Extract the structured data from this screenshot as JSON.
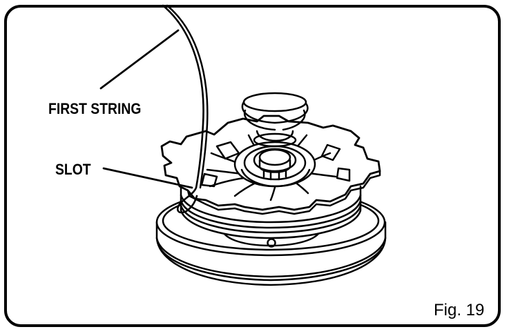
{
  "figure": {
    "labels": {
      "first_string": "FIRST STRING",
      "slot": "SLOT"
    },
    "figure_number": "Fig. 19"
  },
  "colors": {
    "line": "#000000",
    "background": "#ffffff"
  }
}
